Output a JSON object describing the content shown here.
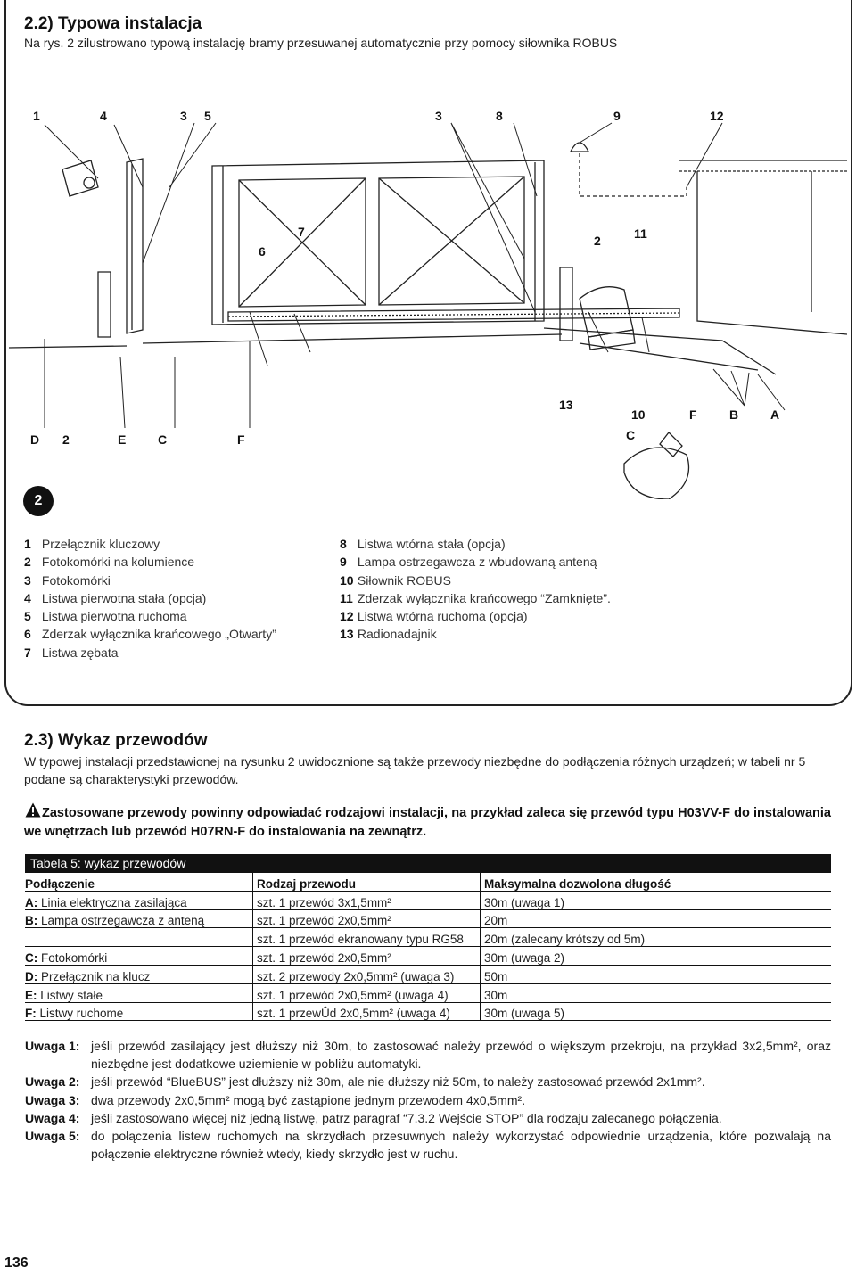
{
  "section22": {
    "title": "2.2) Typowa instalacja",
    "intro": "Na rys. 2 zilustrowano typową instalację bramy przesuwanej automatycznie przy pomocy siłownika ROBUS"
  },
  "figure": {
    "badge": "2",
    "callouts_top": [
      "1",
      "4",
      "3",
      "5",
      "3",
      "8",
      "9",
      "12"
    ],
    "callouts_mid": [
      "6",
      "7",
      "2",
      "11"
    ],
    "callouts_bottom": [
      "D",
      "2",
      "E",
      "C",
      "F",
      "13",
      "10",
      "F",
      "B",
      "A",
      "C"
    ]
  },
  "legend_left": [
    {
      "n": "1",
      "text": "Przełącznik kluczowy"
    },
    {
      "n": "2",
      "text": "Fotokomórki na kolumience"
    },
    {
      "n": "3",
      "text": "Fotokomórki"
    },
    {
      "n": "4",
      "text": "Listwa pierwotna stała (opcja)"
    },
    {
      "n": "5",
      "text": "Listwa pierwotna ruchoma"
    },
    {
      "n": "6",
      "text": "Zderzak wyłącznika krańcowego „Otwarty”"
    },
    {
      "n": "7",
      "text": "Listwa zębata"
    }
  ],
  "legend_right": [
    {
      "n": "8",
      "text": "Listwa wtórna stała (opcja)"
    },
    {
      "n": "9",
      "text": "Lampa ostrzegawcza z wbudowaną anteną"
    },
    {
      "n": "10",
      "text": "Siłownik ROBUS"
    },
    {
      "n": "11",
      "text": "Zderzak wyłącznika krańcowego “Zamknięte”."
    },
    {
      "n": "12",
      "text": "Listwa wtórna ruchoma (opcja)"
    },
    {
      "n": "13",
      "text": "Radionadajnik"
    }
  ],
  "section23": {
    "title": "2.3) Wykaz przewodów",
    "para": "W typowej instalacji przedstawionej na rysunku 2 uwidocznione są także przewody niezbędne do podłączenia różnych urządzeń; w tabeli nr 5 podane są charakterystyki przewodów.",
    "warning": "Zastosowane przewody powinny odpowiadać rodzajowi instalacji, na przykład zaleca się przewód typu H03VV-F do instalowania we wnętrzach lub przewód H07RN-F do instalowania na zewnątrz."
  },
  "table": {
    "title": "Tabela 5: wykaz przewodów",
    "headers": [
      "Podłączenie",
      "Rodzaj przewodu",
      "Maksymalna dozwolona długość"
    ],
    "rows": [
      {
        "key": "A:",
        "label": "Linia elektryczna zasilająca",
        "type": "szt. 1 przewód 3x1,5mm²",
        "len": "30m (uwaga 1)"
      },
      {
        "key": "B:",
        "label": "Lampa ostrzegawcza z anteną",
        "type": "szt. 1 przewód 2x0,5mm²",
        "len": "20m"
      },
      {
        "key": "",
        "label": "",
        "type": "szt. 1 przewód ekranowany typu RG58",
        "len": "20m (zalecany krótszy od 5m)"
      },
      {
        "key": "C:",
        "label": "Fotokomórki",
        "type": "szt. 1 przewód 2x0,5mm²",
        "len": "30m (uwaga 2)"
      },
      {
        "key": "D:",
        "label": "Przełącznik na klucz",
        "type": "szt. 2 przewody 2x0,5mm² (uwaga 3)",
        "len": "50m"
      },
      {
        "key": "E:",
        "label": "Listwy stałe",
        "type": "szt. 1 przewód 2x0,5mm² (uwaga 4)",
        "len": "30m"
      },
      {
        "key": "F:",
        "label": "Listwy ruchome",
        "type": "szt. 1 przewÛd 2x0,5mm² (uwaga 4)",
        "len": "30m (uwaga 5)"
      }
    ]
  },
  "notes": [
    {
      "label": "Uwaga 1:",
      "text": "jeśli przewód zasilający jest dłuższy niż 30m, to zastosować należy przewód o większym przekroju, na przykład 3x2,5mm², oraz niezbędne jest dodatkowe uziemienie w pobliżu automatyki."
    },
    {
      "label": "Uwaga 2:",
      "text": "jeśli przewód “BlueBUS” jest dłuższy niż 30m, ale nie dłuższy niż 50m, to należy zastosować przewód 2x1mm²."
    },
    {
      "label": "Uwaga 3:",
      "text": "dwa przewody 2x0,5mm² mogą być zastąpione jednym przewodem 4x0,5mm²."
    },
    {
      "label": "Uwaga 4:",
      "text": "jeśli zastosowano więcej niż jedną listwę, patrz paragraf “7.3.2 Wejście STOP” dla rodzaju zalecanego połączenia."
    },
    {
      "label": "Uwaga 5:",
      "text": "do połączenia listew ruchomych na skrzydłach przesuwnych należy wykorzystać odpowiednie urządzenia, które pozwalają na połączenie elektryczne również wtedy, kiedy skrzydło jest w ruchu."
    }
  ],
  "page_number": "136"
}
